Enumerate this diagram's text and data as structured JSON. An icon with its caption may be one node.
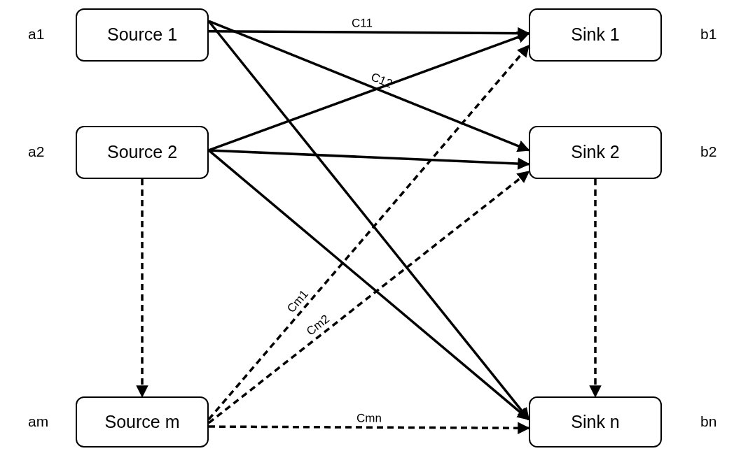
{
  "diagram": {
    "nodes": [
      {
        "text": [
          "Source 1"
        ],
        "beside": [
          "a1"
        ]
      },
      {
        "text": [
          "Source 2"
        ],
        "beside": [
          "a2"
        ]
      },
      {
        "text": [
          "Source m"
        ],
        "beside": [
          "am"
        ]
      },
      {
        "text": [
          "Sink 1"
        ],
        "beside": [
          "b1"
        ]
      },
      {
        "text": [
          "Sink 2"
        ],
        "beside": [
          "b2"
        ]
      },
      {
        "text": [
          "Sink n"
        ],
        "beside": [
          "bn"
        ]
      }
    ],
    "edges": [
      {
        "from": 0,
        "to": 3,
        "arrow": "to",
        "label": "C11"
      },
      {
        "from": 0,
        "to": 4,
        "arrow": "to",
        "label": "C12"
      },
      {
        "from": 0,
        "to": 5,
        "arrow": "to"
      },
      {
        "from": 1,
        "to": 3,
        "arrow": "to"
      },
      {
        "from": 1,
        "to": 4,
        "arrow": "to"
      },
      {
        "from": 1,
        "to": 5,
        "arrow": "to"
      },
      {
        "from": 1,
        "to": 2,
        "arrow": "to",
        "style": "dashed"
      },
      {
        "from": 4,
        "to": 5,
        "arrow": "to",
        "style": "dashed"
      },
      {
        "from": 2,
        "to": 3,
        "arrow": "to",
        "style": "dashed",
        "label": "Cm1"
      },
      {
        "from": 2,
        "to": 4,
        "arrow": "to",
        "style": "dashed",
        "label": "Cm2"
      },
      {
        "from": 2,
        "to": 5,
        "arrow": "to",
        "style": "dashed",
        "label": "Cmn"
      }
    ]
  }
}
